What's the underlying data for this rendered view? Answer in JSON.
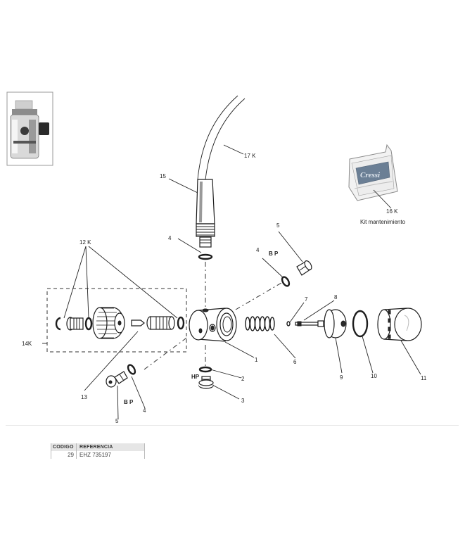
{
  "callouts": {
    "c1": "1",
    "c2": "2",
    "c3": "3",
    "c4a": "4",
    "c4b": "4",
    "c4c": "4",
    "c5a": "5",
    "c5b": "5",
    "c6": "6",
    "c7": "7",
    "c8": "8",
    "c9": "9",
    "c10": "10",
    "c11": "11",
    "c12k": "12 K",
    "c13": "13",
    "c14k": "14K",
    "c15": "15",
    "c16k": "16 K",
    "c17k": "17 K"
  },
  "pressure_labels": {
    "bp_top": "B P",
    "bp_bottom": "B P",
    "hp": "HP"
  },
  "kit_label": "Kit mantenimiento",
  "kit_brand": "Cressi",
  "table": {
    "headers": [
      "CODIGO",
      "REFERENCIA"
    ],
    "rows": [
      {
        "codigo": "29",
        "referencia": "EHZ 735197"
      }
    ]
  },
  "colors": {
    "ink": "#1d1d1d",
    "table_header_bg": "#e6e6e6"
  }
}
